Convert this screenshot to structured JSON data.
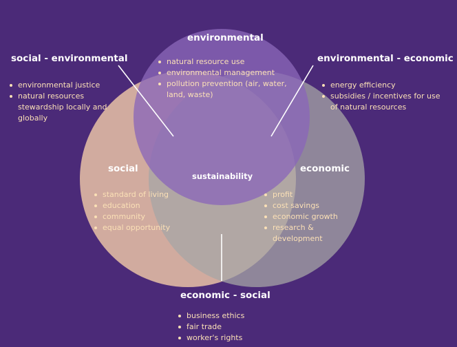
{
  "colors": {
    "background": "#4b2a78",
    "environmental": "#8b66b8",
    "social": "#e9c2a6",
    "economic": "#a6a6a6",
    "item_text": "#fbe0b6",
    "label_text": "#ffffff"
  },
  "center": {
    "label": "sustainability"
  },
  "circles": {
    "environmental": {
      "title": "environmental",
      "items": [
        "natural resource use",
        "environmental management",
        "pollution prevention (air, water, land, waste)"
      ]
    },
    "social": {
      "title": "social",
      "items": [
        "standard of living",
        "education",
        "community",
        "equal opportunity"
      ]
    },
    "economic": {
      "title": "economic",
      "items": [
        "profit",
        "cost savings",
        "economic growth",
        "research & development"
      ]
    }
  },
  "overlaps": {
    "social_environmental": {
      "title": "social - environmental",
      "items": [
        "environmental justice",
        "natural resources stewardship locally and globally"
      ]
    },
    "environmental_economic": {
      "title": "environmental - economic",
      "items": [
        "energy efficiency",
        "subsidies / incentives for use of natural resources"
      ]
    },
    "economic_social": {
      "title": "economic - social",
      "items": [
        "business ethics",
        "fair trade",
        "worker's rights"
      ]
    }
  }
}
